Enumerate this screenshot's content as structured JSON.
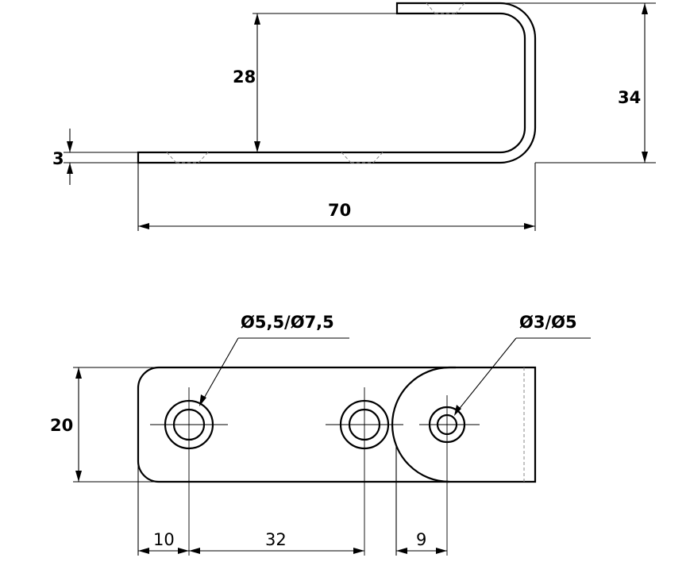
{
  "side_view": {
    "dims": {
      "rise": "28",
      "height": "34",
      "thickness": "3",
      "length": "70"
    }
  },
  "plan_view": {
    "callouts": {
      "large_holes": "Ø5,5/Ø7,5",
      "small_hole": "Ø3/Ø5"
    },
    "dims": {
      "width": "20",
      "first_hole": "10",
      "hole_spacing": "32",
      "end_hole": "9"
    }
  }
}
